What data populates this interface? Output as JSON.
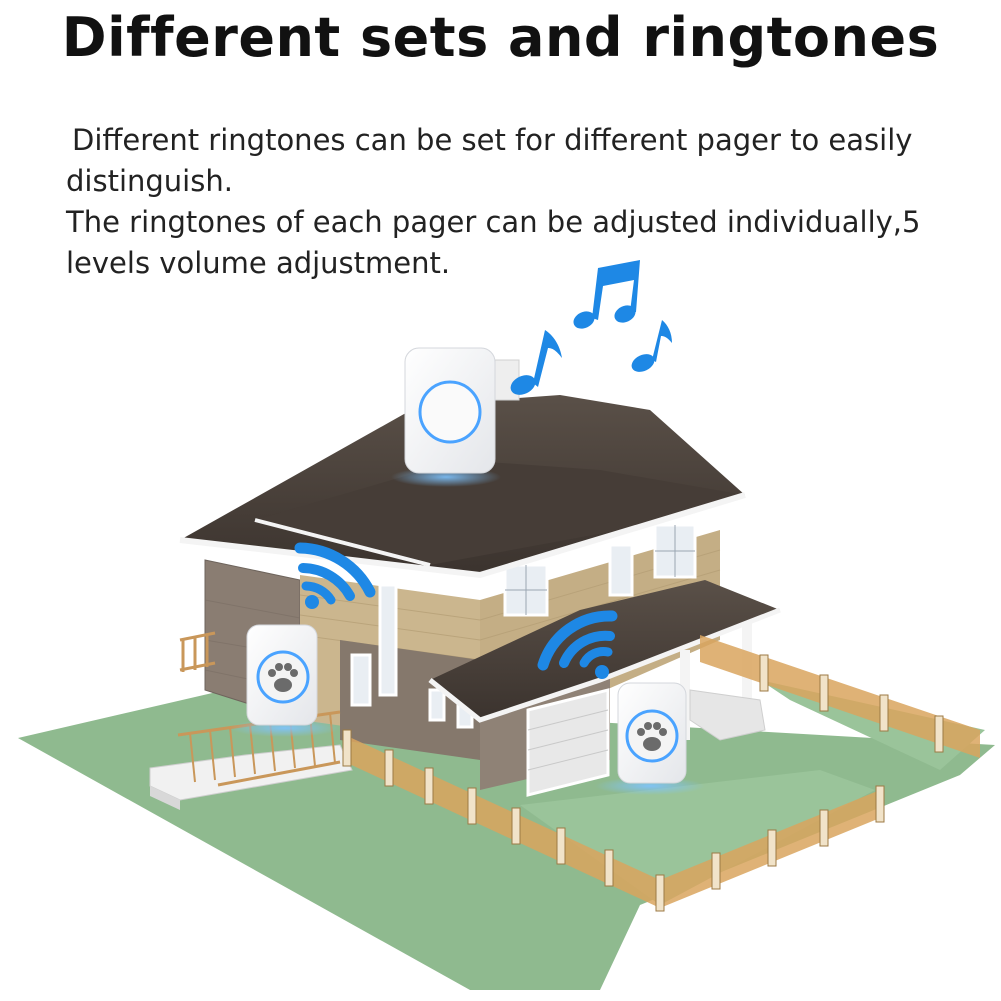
{
  "headline": "Different sets and ringtones",
  "description": {
    "line1": "Different ringtones can be set for different pager to easily distinguish.",
    "line2": "The ringtones of each pager can be adjusted individually,5 levels volume adjustment."
  },
  "illustration": {
    "receiver_icon": "music-note-icon",
    "transmitter_icon": "paw-icon",
    "signal_icon": "wifi-signal-icon",
    "accent_color": "#1e88e5",
    "lawn_color": "#8fba8f",
    "roof_color": "#4a403a",
    "siding_color": "#cbb68e",
    "fence_color": "#d9a45e"
  }
}
